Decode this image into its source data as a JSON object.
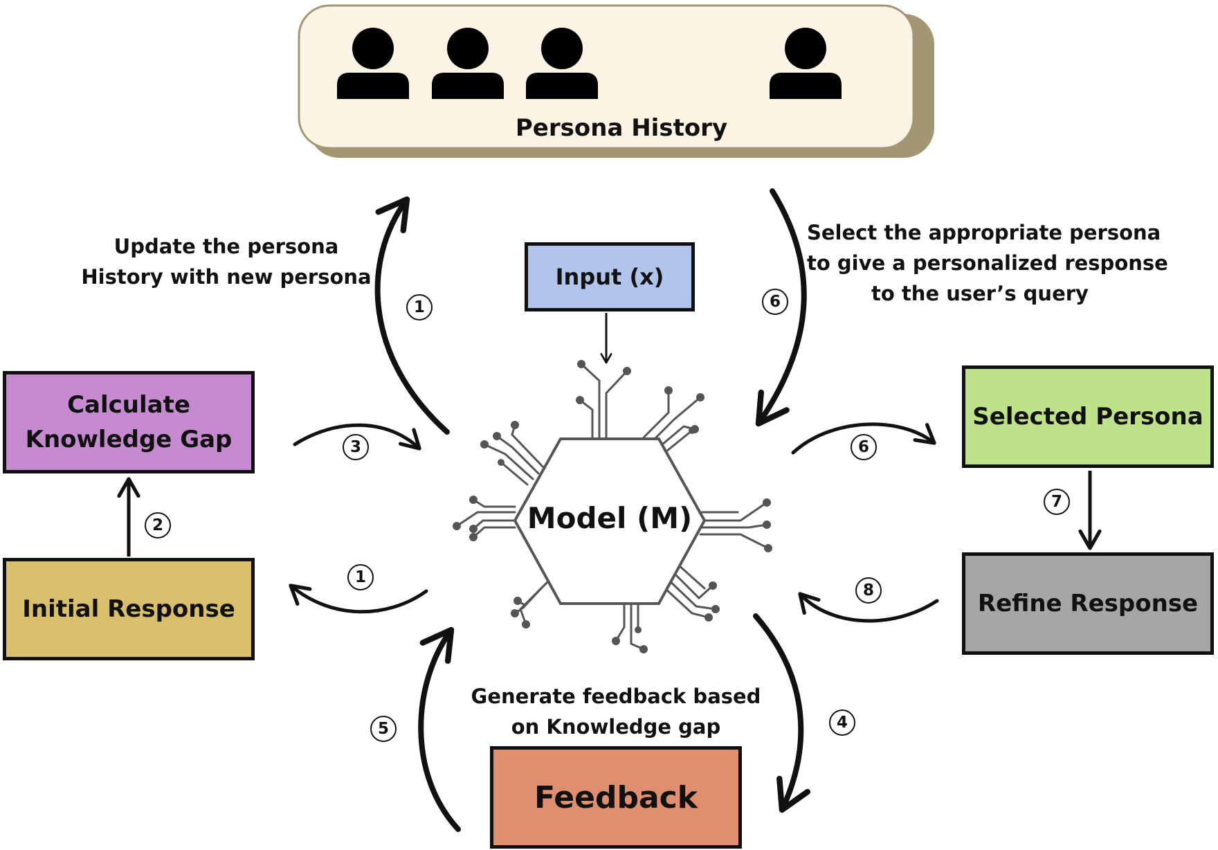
{
  "persona_history": {
    "label": "Persona History",
    "icons": [
      "person-icon",
      "person-icon",
      "person-icon",
      "person-icon"
    ],
    "fill": "#fbf3e4",
    "shadow": "#a39674"
  },
  "nodes": {
    "input": {
      "label": "Input (x)",
      "color": "#b0c4ec"
    },
    "model": {
      "label": "Model (M)"
    },
    "calculate_gap": {
      "line1": "Calculate",
      "line2": "Knowledge Gap",
      "color": "#c68ad0"
    },
    "initial_response": {
      "label": "Initial Response",
      "color": "#d9bf6b"
    },
    "selected_persona": {
      "label": "Selected Persona",
      "color": "#bde28a"
    },
    "refine_response": {
      "label": "Refine Response",
      "color": "#a6a6a6"
    },
    "feedback": {
      "label": "Feedback",
      "color": "#df8f6f"
    }
  },
  "annotations": {
    "update_history": {
      "line1": "Update the persona",
      "line2": "History with new persona"
    },
    "select_persona": {
      "line1": "Select the appropriate persona",
      "line2": "to give a personalized response",
      "line3": "to the user’s query"
    },
    "generate_feedback": {
      "line1": "Generate feedback based",
      "line2": "on Knowledge gap"
    }
  },
  "steps": {
    "update_history": "1",
    "initial_response": "1",
    "calculate_gap": "2",
    "to_model": "3",
    "to_feedback": "4",
    "from_feedback": "5",
    "select_persona": "6",
    "to_selected": "6",
    "to_refine": "7",
    "from_refine": "8"
  }
}
